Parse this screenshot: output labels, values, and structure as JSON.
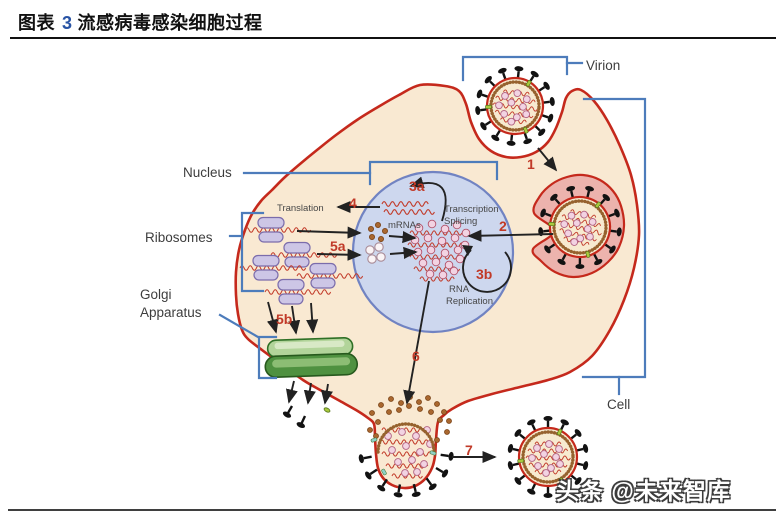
{
  "page": {
    "figure_label": "图表",
    "figure_number": "3",
    "figure_title": "流感病毒感染细胞过程",
    "watermark": "头条 @未来智库"
  },
  "diagram": {
    "labels": {
      "virion": "Virion",
      "nucleus": "Nucleus",
      "ribosomes": "Ribosomes",
      "golgi_line1": "Golgi",
      "golgi_line2": "Apparatus",
      "cell": "Cell",
      "translation": "Translation",
      "mrnas": "mRNAs",
      "transcription": "Transcription",
      "splicing": "Splicing",
      "rna": "RNA",
      "replication": "Replication"
    },
    "steps": {
      "step1": "1",
      "step2": "2",
      "step3a": "3a",
      "step3b": "3b",
      "step4": "4",
      "step5a": "5a",
      "step5b": "5b",
      "step6": "6",
      "step7": "7"
    },
    "colors": {
      "membrane_red": "#c5291c",
      "cell_fill": "#f9e9d2",
      "nucleus_fill": "#cdd7ee",
      "nucleus_border": "#7183c2",
      "endosome_pink": "#ecb3ad",
      "bracket_blue": "#4d7cbb",
      "step_red": "#c13a28",
      "squiggle_red": "#c23b2a",
      "bead_brown": "#96622e",
      "golgi_green_dark": "#4f9140",
      "golgi_green_light": "#b2d49a",
      "ribosome_lavender": "#cdc6e6",
      "figure_number_blue": "#2853a4"
    }
  }
}
